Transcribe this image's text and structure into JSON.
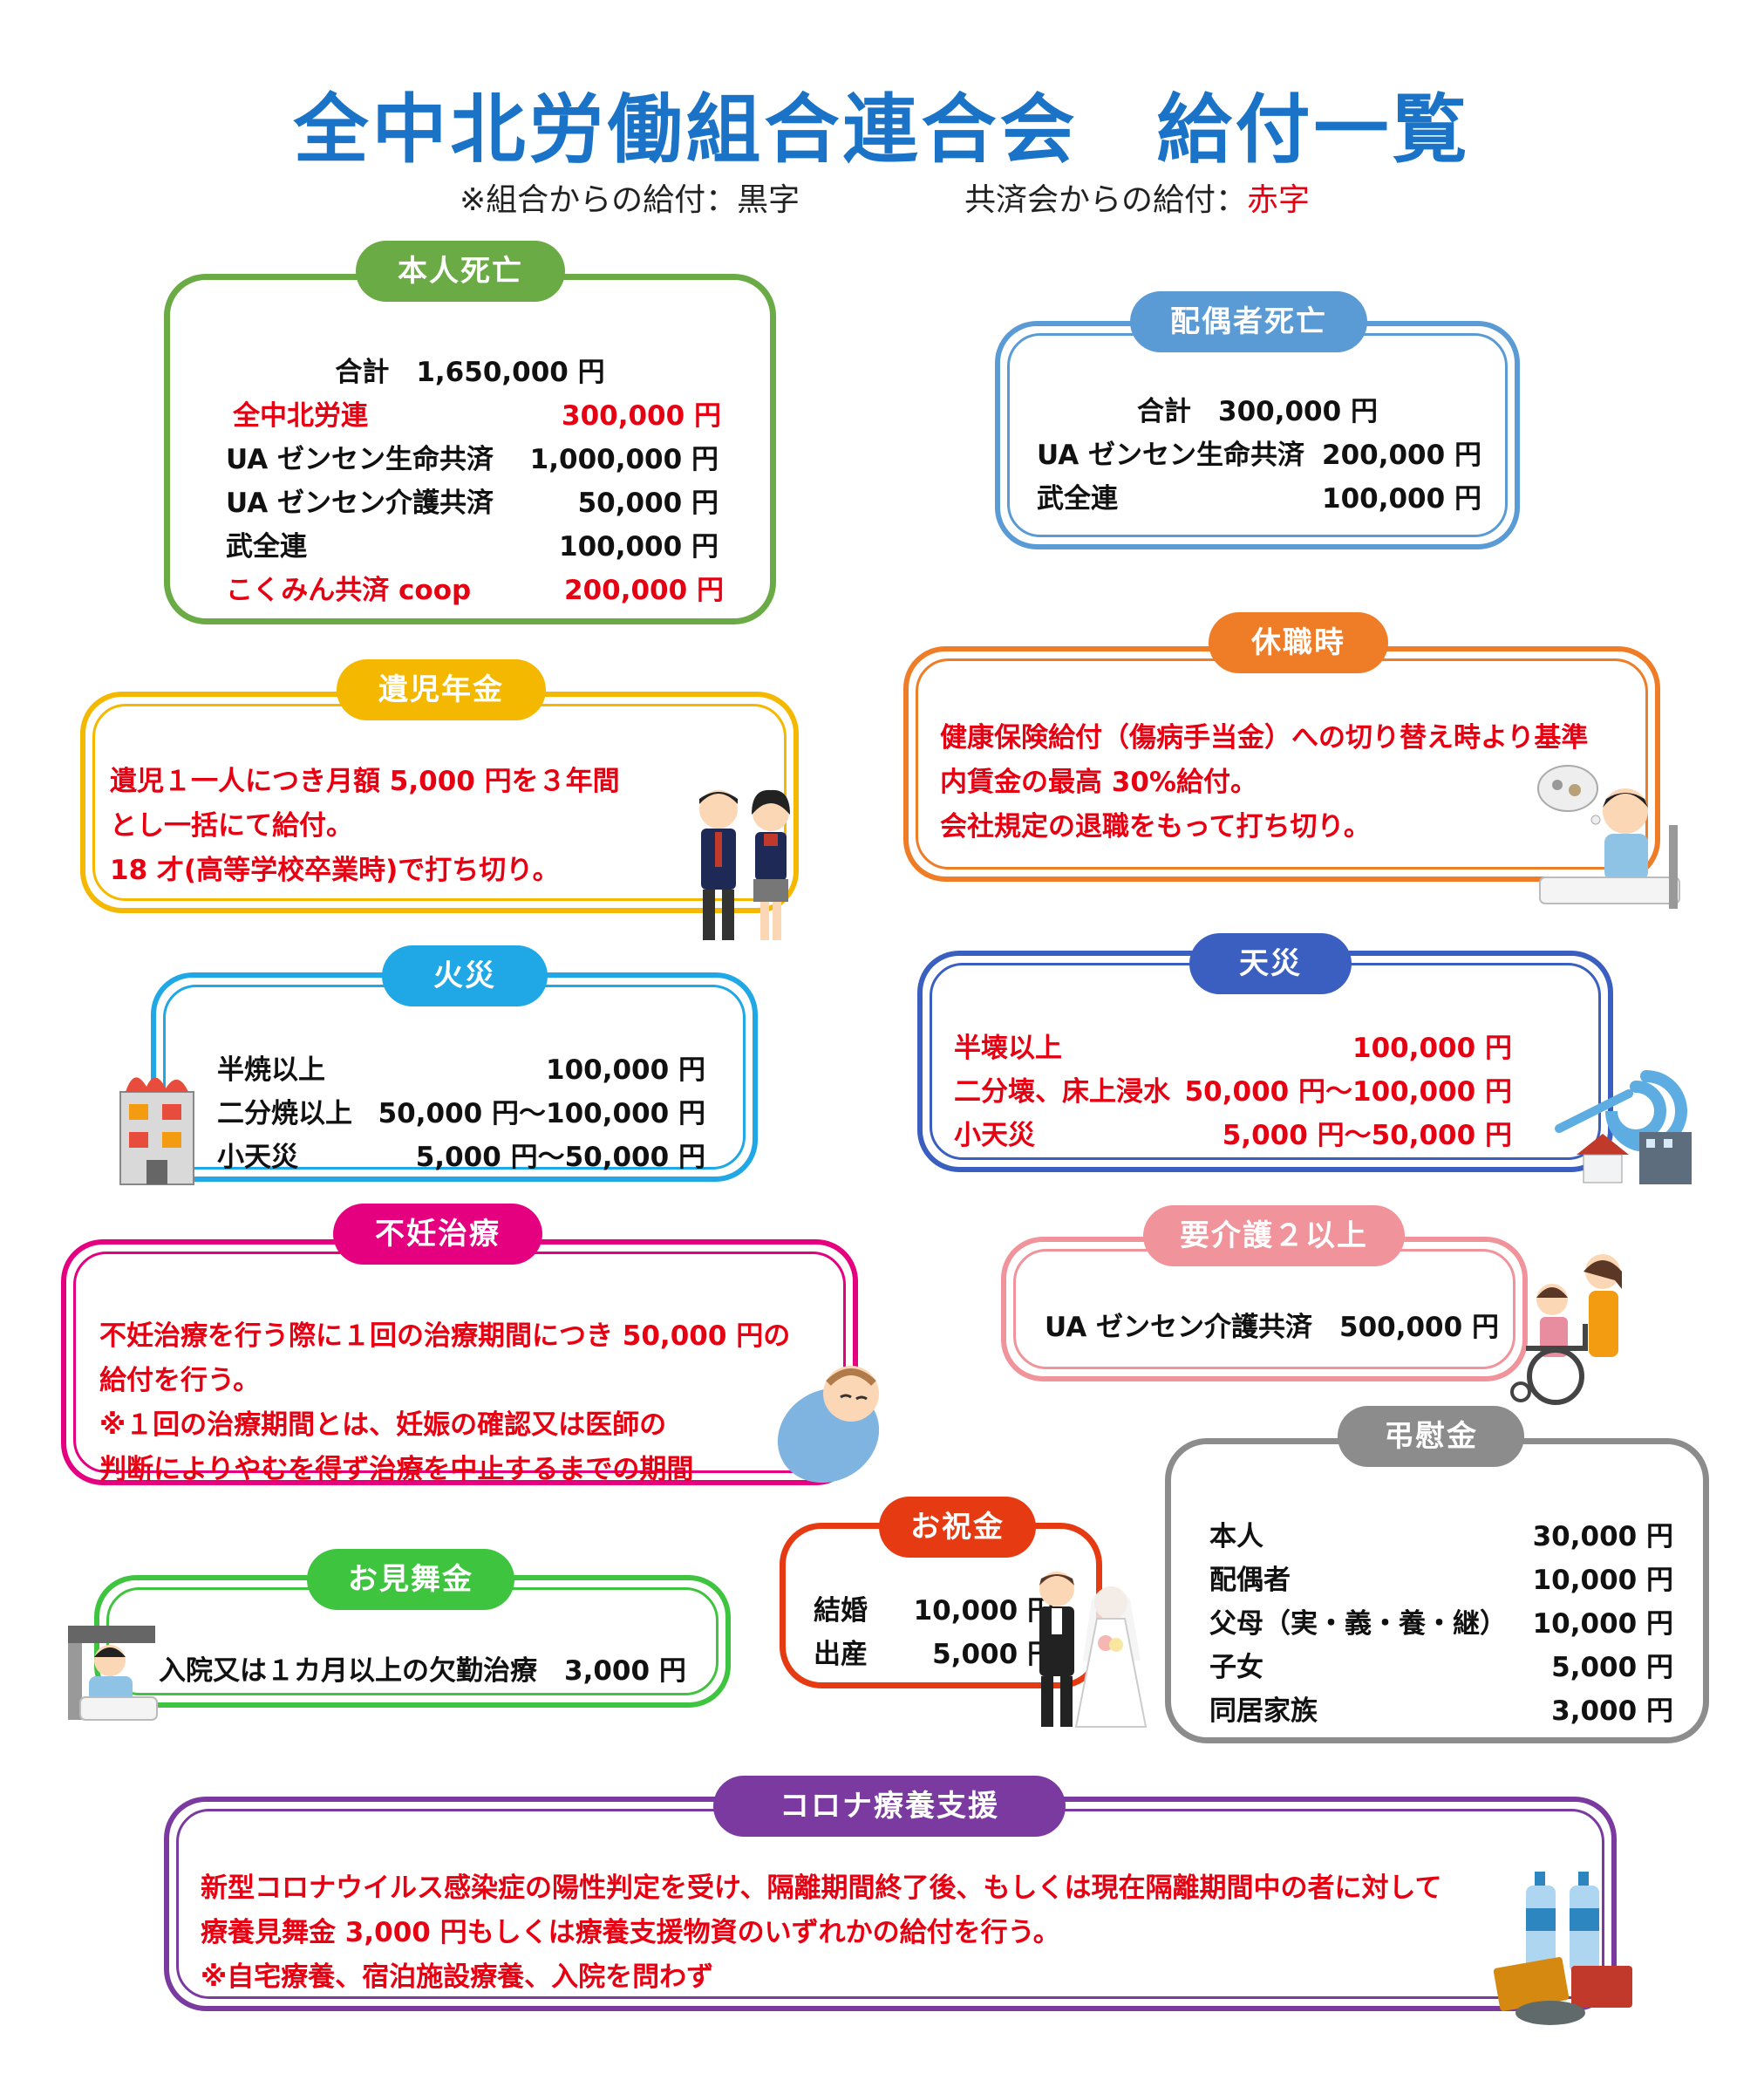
{
  "title": "全中北労働組合連合会　給付一覧",
  "legend": {
    "union_label": "※組合からの給付：黒字",
    "mutual_prefix": "共済会からの給付：",
    "mutual_red": "赤字"
  },
  "colors": {
    "title": "#1a73c7",
    "red_text": "#e60012",
    "death_self": "#6aab45",
    "death_spouse": "#5b9bd5",
    "orphan": "#f5b800",
    "leave": "#ef7d28",
    "fire": "#1fa7e6",
    "disaster": "#3b5fc0",
    "infertility": "#e4007f",
    "care": "#f0939a",
    "condolence": "#8c8c8c",
    "celebration": "#e63b12",
    "visit": "#3fc43f",
    "corona": "#7a3aa0"
  },
  "death_self": {
    "label": "本人死亡",
    "total": "合計　1,650,000 円",
    "rows": [
      {
        "name": "全中北労連",
        "amount": "300,000 円",
        "red": true
      },
      {
        "name": "UA ゼンセン生命共済",
        "amount": "1,000,000 円",
        "red": false
      },
      {
        "name": "UA ゼンセン介護共済",
        "amount": "50,000 円",
        "red": false
      },
      {
        "name": "武全連",
        "amount": "100,000 円",
        "red": false
      },
      {
        "name": "こくみん共済 coop",
        "amount": "200,000 円",
        "red": true
      }
    ]
  },
  "death_spouse": {
    "label": "配偶者死亡",
    "total": "合計　300,000 円",
    "rows": [
      {
        "name": "UA ゼンセン生命共済",
        "amount": "200,000 円"
      },
      {
        "name": "武全連",
        "amount": "100,000 円"
      }
    ]
  },
  "orphan": {
    "label": "遺児年金",
    "lines": [
      "遺児１一人につき月額 5,000 円を３年間",
      "とし一括にて給付。",
      "18 才(高等学校卒業時)で打ち切り。"
    ]
  },
  "leave": {
    "label": "休職時",
    "lines": [
      "健康保険給付（傷病手当金）への切り替え時より基準",
      "内賃金の最高 30%給付。",
      "会社規定の退職をもって打ち切り。"
    ]
  },
  "fire": {
    "label": "火災",
    "rows": [
      {
        "name": "半焼以上",
        "amount": "100,000 円"
      },
      {
        "name": "二分焼以上",
        "amount": "50,000 円～100,000 円"
      },
      {
        "name": "小天災",
        "amount": "5,000 円～50,000 円"
      }
    ]
  },
  "disaster": {
    "label": "天災",
    "rows": [
      {
        "name": "半壊以上",
        "amount": "100,000 円"
      },
      {
        "name": "二分壊、床上浸水",
        "amount": "50,000 円～100,000 円"
      },
      {
        "name": "小天災",
        "amount": "5,000 円～50,000 円"
      }
    ]
  },
  "infertility": {
    "label": "不妊治療",
    "lines": [
      "不妊治療を行う際に１回の治療期間につき 50,000 円の",
      "給付を行う。",
      "※１回の治療期間とは、妊娠の確認又は医師の",
      "判断によりやむを得ず治療を中止するまでの期間"
    ]
  },
  "care": {
    "label": "要介護２以上",
    "row": "UA ゼンセン介護共済　500,000 円"
  },
  "condolence": {
    "label": "弔慰金",
    "rows": [
      {
        "name": "本人",
        "amount": "30,000 円"
      },
      {
        "name": "配偶者",
        "amount": "10,000 円"
      },
      {
        "name": "父母（実・義・養・継）",
        "amount": "10,000 円"
      },
      {
        "name": "子女",
        "amount": "5,000 円"
      },
      {
        "name": "同居家族",
        "amount": "3,000 円"
      }
    ]
  },
  "celebration": {
    "label": "お祝金",
    "rows": [
      {
        "name": "結婚",
        "amount": "10,000 円"
      },
      {
        "name": "出産",
        "amount": "5,000 円"
      }
    ]
  },
  "visit": {
    "label": "お見舞金",
    "row": "入院又は１カ月以上の欠勤治療　3,000 円"
  },
  "corona": {
    "label": "コロナ療養支援",
    "lines": [
      "新型コロナウイルス感染症の陽性判定を受け、隔離期間終了後、もしくは現在隔離期間中の者に対して",
      "療養見舞金 3,000 円もしくは療養支援物資のいずれかの給付を行う。",
      "※自宅療養、宿泊施設療養、入院を問わず"
    ]
  },
  "icons": [
    "students-icon",
    "sick-in-bed-icon",
    "burning-building-icon",
    "typhoon-icon",
    "baby-icon",
    "wheelchair-care-icon",
    "wedding-couple-icon",
    "hospital-patient-icon",
    "supplies-icon"
  ]
}
